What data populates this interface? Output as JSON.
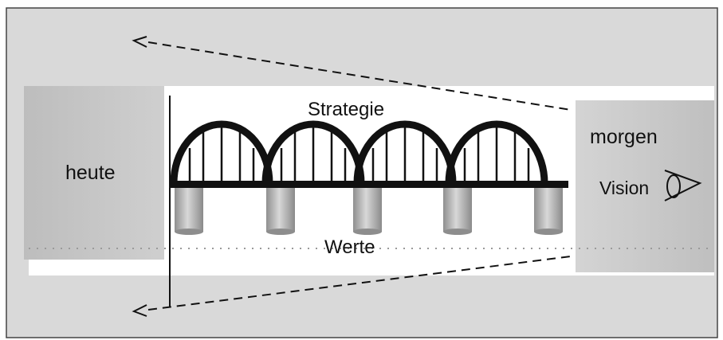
{
  "labels": {
    "left": "heute",
    "right": "morgen",
    "vision": "Vision",
    "top": "Strategie",
    "bottom": "Werte"
  },
  "colors": {
    "frame_bg": "#d9d9d9",
    "panel_bg": "#c6c6c6",
    "white_band": "#ffffff",
    "pillar": "#b3b3b3",
    "ink": "#111111"
  },
  "icons": {
    "eye": "eye-icon",
    "arrow_left": "arrow-left-icon"
  }
}
